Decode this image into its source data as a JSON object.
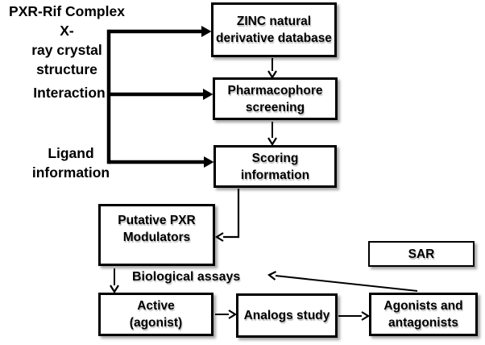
{
  "figure": {
    "type": "flowchart",
    "colors": {
      "background": "#ffffff",
      "line": "#000000",
      "box_border": "#000000",
      "box_fill": "#ffffff",
      "text": "#000000",
      "shadow": "#aaaaaa"
    },
    "inputs": {
      "crystal_structure": "PXR-Rif Complex X-\nray crystal\nstructure",
      "interaction": "Interaction",
      "ligand_information": "Ligand\ninformation"
    },
    "nodes": {
      "zinc_database": "ZINC natural\nderivative database",
      "pharmacophore_screening": "Pharmacophore\nscreening",
      "scoring_information": "Scoring\ninformation",
      "putative_pxr_modulators": "Putative PXR\nModulators",
      "active_agonist": "Active\n(agonist)",
      "analogs_study": "Analogs study",
      "agonists_antagonists": "Agonists and\nantagonists",
      "sar": "SAR"
    },
    "edge_labels": {
      "biological_assays": "Biological assays"
    }
  }
}
